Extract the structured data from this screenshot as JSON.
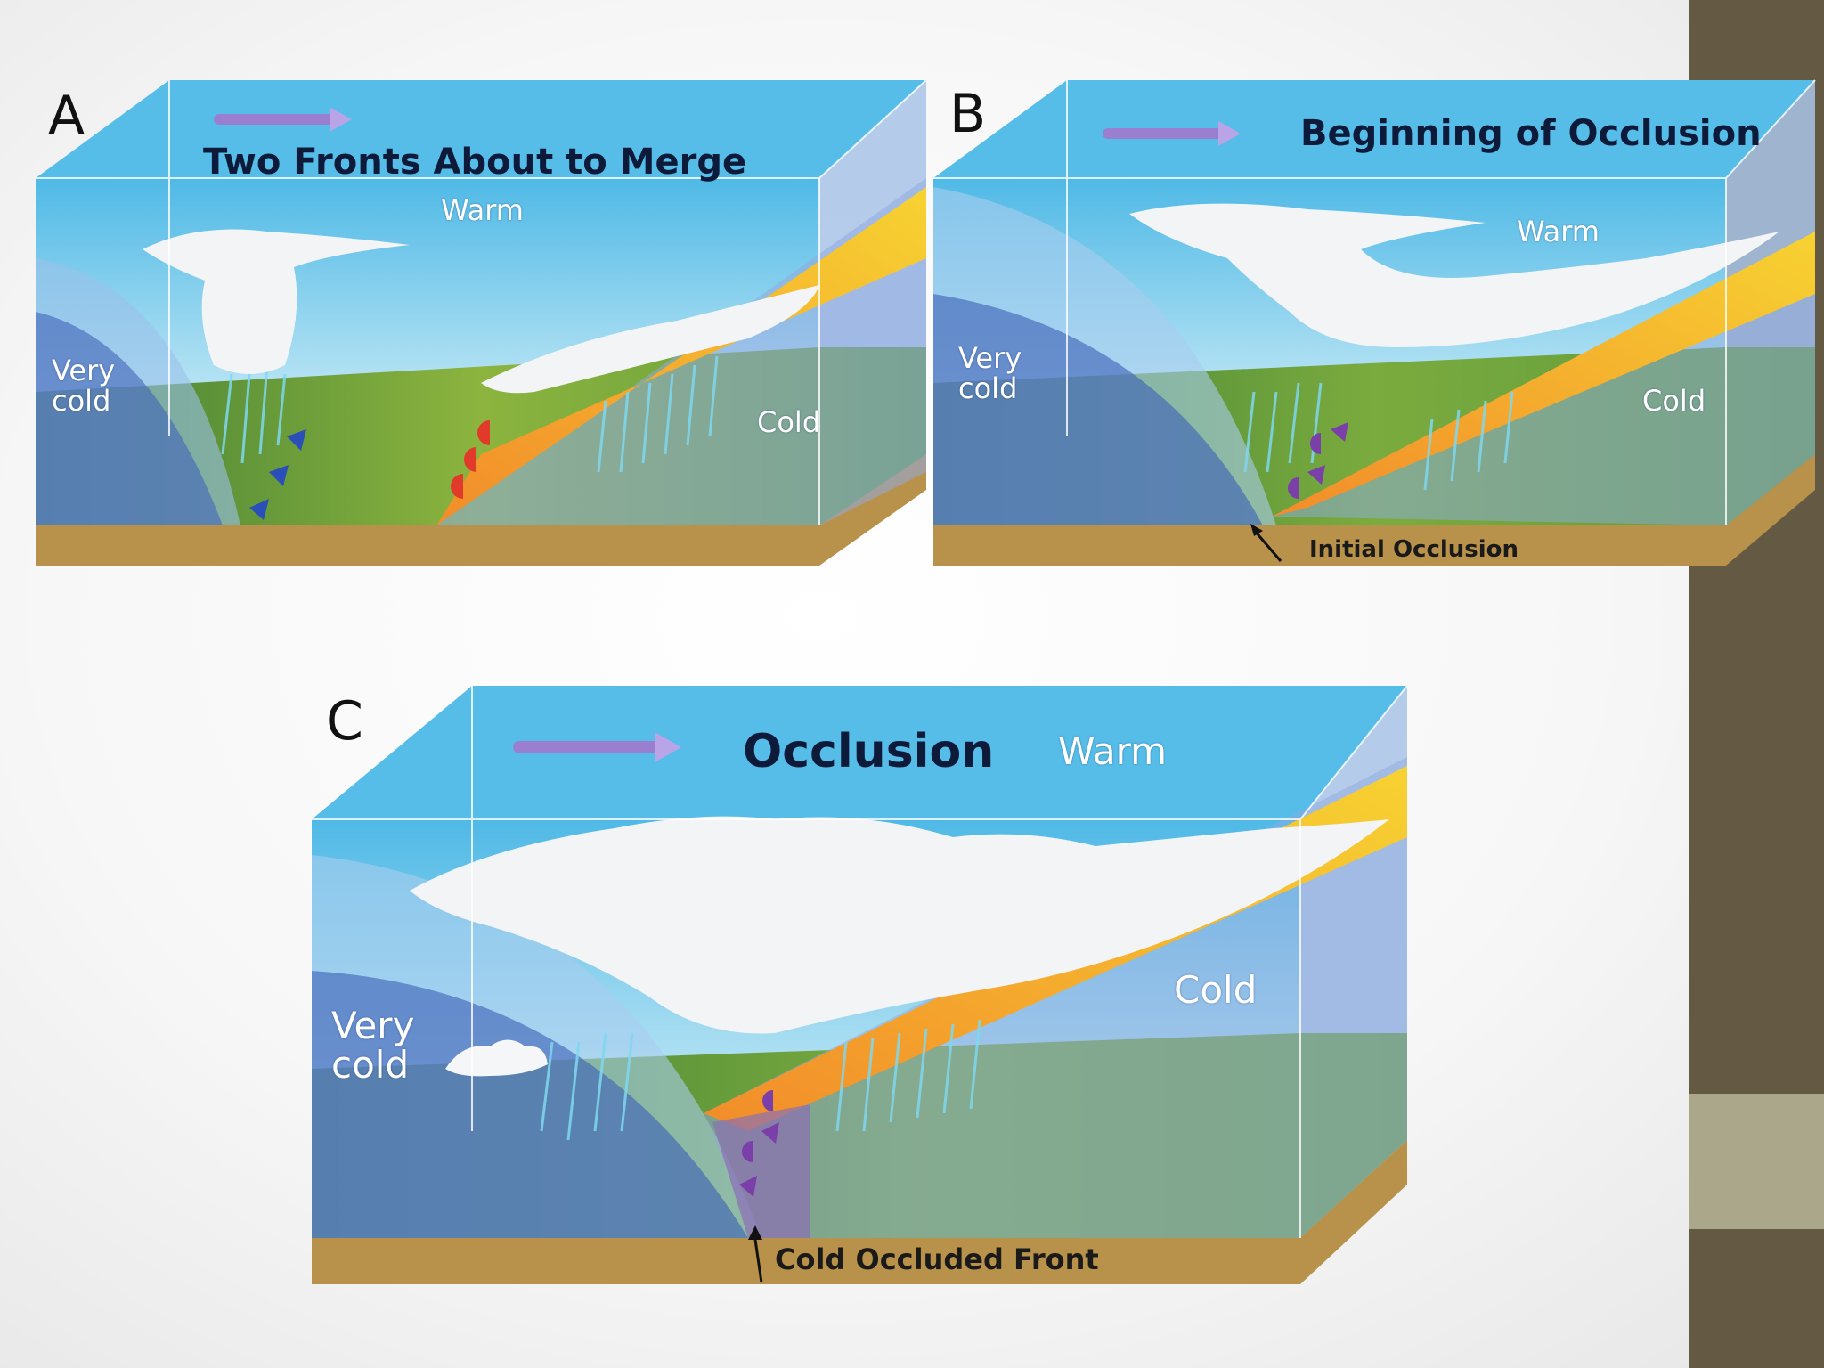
{
  "panels": {
    "a": {
      "letter": "A",
      "title": "Two Fronts About to Merge",
      "warm": "Warm",
      "cold": "Cold",
      "very_cold": "Very\ncold"
    },
    "b": {
      "letter": "B",
      "title": "Beginning of Occlusion",
      "warm": "Warm",
      "cold": "Cold",
      "very_cold": "Very\ncold",
      "front": "Initial Occlusion"
    },
    "c": {
      "letter": "C",
      "title": "Occlusion",
      "warm": "Warm",
      "cold": "Cold",
      "very_cold": "Very\ncold",
      "front": "Cold Occluded Front"
    }
  },
  "colors": {
    "sky_top": "#4fb9e6",
    "sky": "#8fd3ef",
    "very_cold_air": "#5b7fc6",
    "cold_front_surface": "#f4a83a",
    "warm_front_surface": "#f7cf2f",
    "ground_green": "#5f9a3c",
    "soil": "#b8924a",
    "cloud": "#f2f4f6",
    "rain": "#7fd8f0",
    "occluded_front": "#7a3fa8",
    "warm_front_symbol": "#e23a2a",
    "cold_front_symbol": "#2a4fb8",
    "arrow": "#9a7fd0",
    "sidebar": "#645a44",
    "sidebar_band": "#aba78a"
  },
  "icons": {
    "direction_arrow": "arrow-right-icon"
  }
}
